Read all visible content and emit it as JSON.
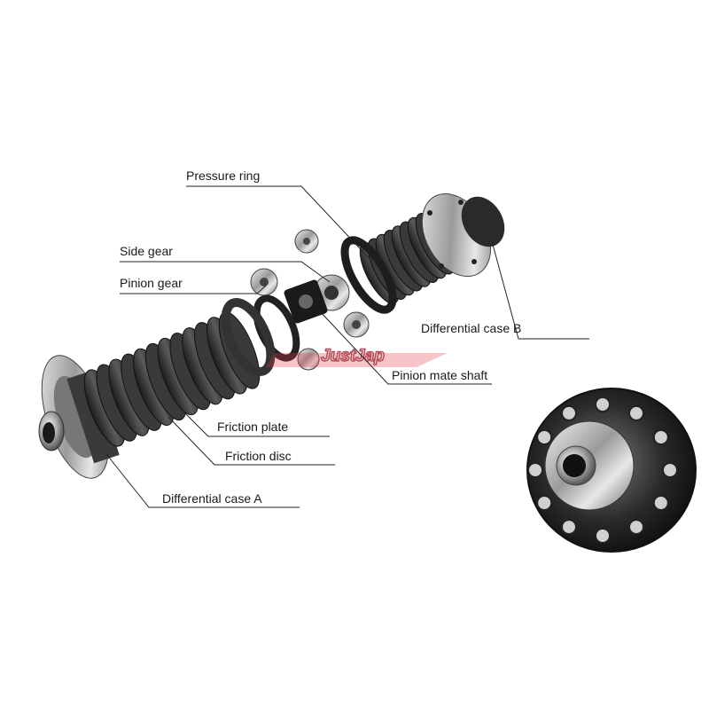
{
  "labels": {
    "pressure_ring": "Pressure ring",
    "side_gear": "Side gear",
    "pinion_gear": "Pinion gear",
    "differential_case_b": "Differential case B",
    "pinion_mate_shaft": "Pinion mate shaft",
    "friction_plate": "Friction plate",
    "friction_disc": "Friction disc",
    "differential_case_a": "Differential case A"
  },
  "watermark": "JustJap",
  "colors": {
    "line": "#222222",
    "metal_dark": "#2b2b2b",
    "metal_mid": "#5a5a5a",
    "metal_light": "#bdbdbd",
    "watermark_red": "#e23a4a"
  }
}
